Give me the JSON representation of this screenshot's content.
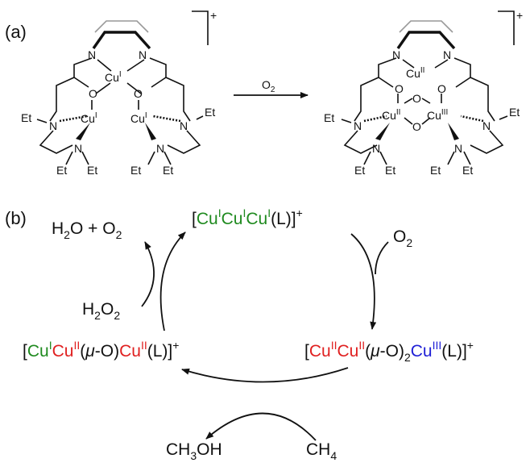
{
  "colors": {
    "cu1": "#1f8a1f",
    "cu2": "#e02020",
    "cu3": "#1f1fd6",
    "ink": "#111111",
    "bridge": "#999999"
  },
  "panel_a": {
    "label": "(a)",
    "charge": "+",
    "reagent": "O",
    "reagent_sub": "2",
    "atoms": {
      "n": "N",
      "o": "O",
      "et": "Et",
      "cu": "Cu"
    },
    "ox": {
      "one": "I",
      "two": "II",
      "three": "III"
    }
  },
  "panel_b": {
    "label": "(b)",
    "top": {
      "pre": "[",
      "cu": "Cu",
      "ox": "I",
      "tail": "(L)]",
      "charge": "+"
    },
    "right": {
      "pre": "[",
      "cu": "Cu",
      "ox2": "II",
      "ox3": "III",
      "mid": "(",
      "mu": "μ",
      "oxo": "-O)",
      "sub": "2",
      "tail": "(L)]",
      "charge": "+"
    },
    "left": {
      "pre": "[",
      "cu": "Cu",
      "ox1": "I",
      "ox2": "II",
      "mid": "(",
      "mu": "μ",
      "oxo": "-O)",
      "tail": "(L)]",
      "charge": "+"
    },
    "o2": {
      "sym": "O",
      "sub": "2"
    },
    "h2o2": {
      "h": "H",
      "sub": "2",
      "o": "O"
    },
    "products": {
      "h": "H",
      "sub": "2",
      "o": "O + O"
    },
    "methanol": {
      "a": "CH",
      "sub": "3",
      "b": "OH"
    },
    "methane": {
      "a": "CH",
      "sub": "4"
    }
  }
}
